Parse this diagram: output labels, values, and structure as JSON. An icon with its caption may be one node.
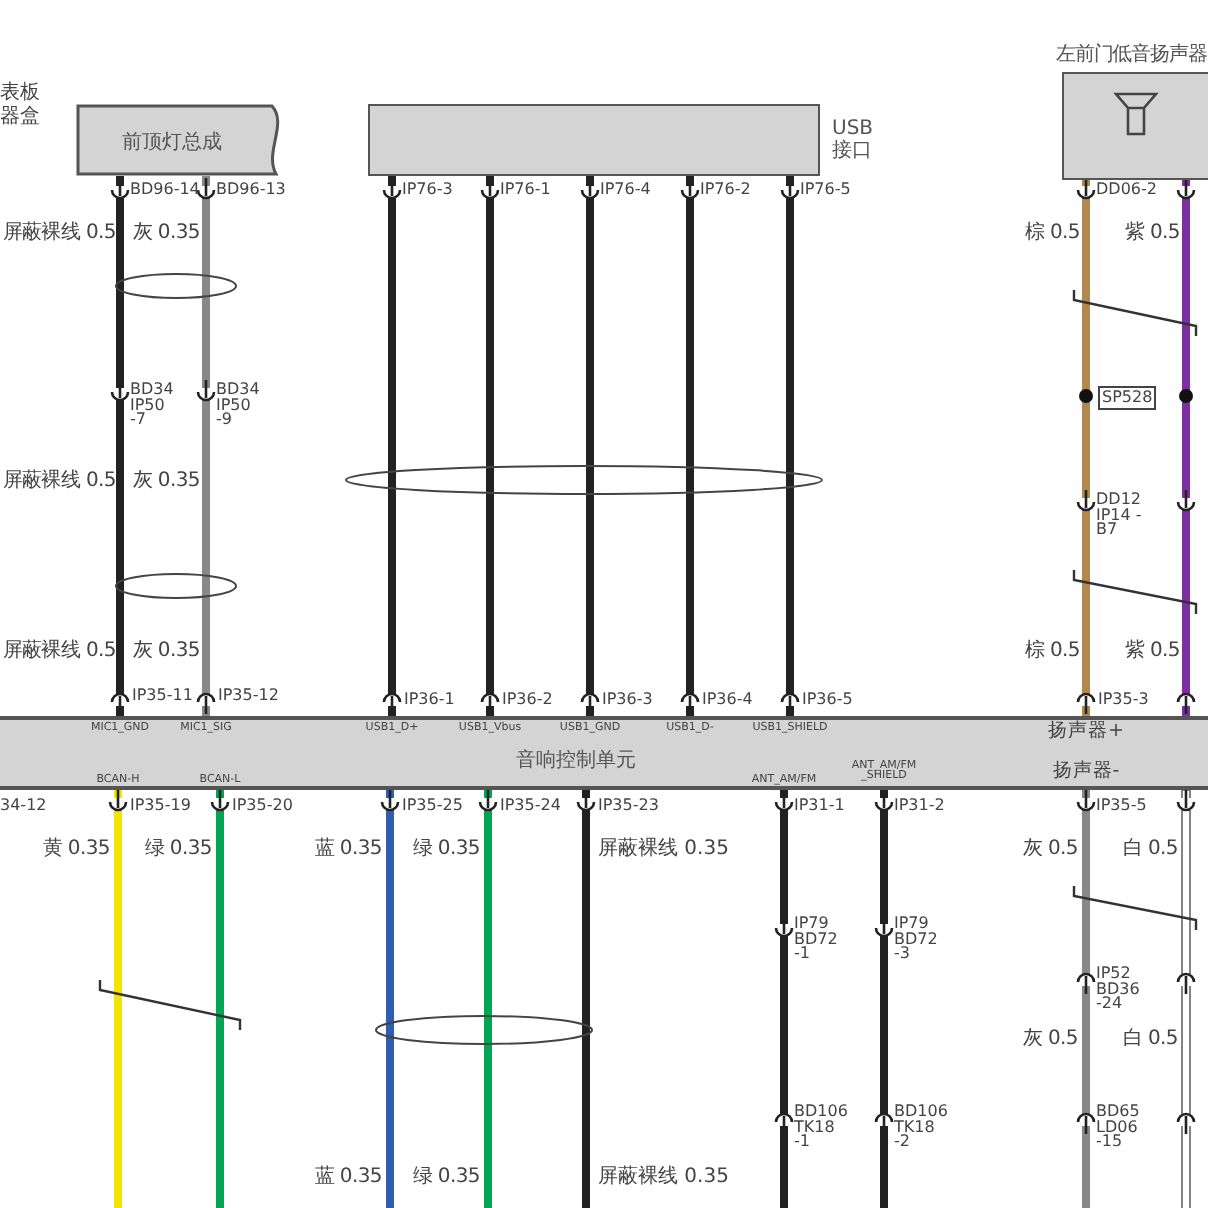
{
  "diagram": {
    "nodes": [
      {
        "text": [
          "前顶灯总成"
        ]
      },
      {
        "text": [],
        "shape": "box",
        "beside": [
          "USB 接口"
        ]
      },
      {
        "text": [
          "左前门低音扬声器"
        ]
      },
      {
        "text": [
          "音响控制单元"
        ]
      }
    ],
    "edges": [
      {
        "from": 0,
        "to": 3,
        "arrow": "none"
      },
      {
        "from": 0,
        "to": 3,
        "arrow": "none",
        "color": "#888888"
      },
      {
        "from": 1,
        "to": 3,
        "arrow": "none"
      },
      {
        "from": 1,
        "to": 3,
        "arrow": "none"
      },
      {
        "from": 1,
        "to": 3,
        "arrow": "none"
      },
      {
        "from": 1,
        "to": 3,
        "arrow": "none"
      },
      {
        "from": 1,
        "to": 3,
        "arrow": "none"
      },
      {
        "from": 2,
        "to": 3,
        "arrow": "none",
        "color": "#b08850"
      },
      {
        "from": 2,
        "to": 3,
        "arrow": "none",
        "color": "#7b2fa0"
      },
      {
        "from": 3,
        "to": null,
        "arrow": "none",
        "color": "#f2e600"
      },
      {
        "from": 3,
        "to": null,
        "arrow": "none",
        "color": "#00a651"
      },
      {
        "from": 3,
        "to": null,
        "arrow": "none",
        "color": "#2f5db0"
      },
      {
        "from": 3,
        "to": null,
        "arrow": "none",
        "color": "#00a651"
      },
      {
        "from": 3,
        "to": null,
        "arrow": "none"
      },
      {
        "from": 3,
        "to": null,
        "arrow": "none"
      },
      {
        "from": 3,
        "to": null,
        "arrow": "none"
      },
      {
        "from": 3,
        "to": null,
        "arrow": "none",
        "color": "#888888"
      },
      {
        "from": 3,
        "to": null,
        "arrow": "none",
        "color": "#ffffff"
      }
    ],
    "labels": [
      "表板",
      "器盒",
      "BD96-14",
      "BD96-13",
      "IP76-3",
      "IP76-1",
      "IP76-4",
      "IP76-2",
      "IP76-5",
      "DD06-2",
      "屏蔽裸线 0.5",
      "灰 0.35",
      "棕 0.5",
      "紫 0.5",
      "BD34 IP50 -7",
      "BD34 IP50 -9",
      "SP528",
      "屏蔽裸线 0.5",
      "灰 0.35",
      "DD12 IP14 -B7",
      "屏蔽裸线 0.5",
      "灰 0.35",
      "棕 0.5",
      "紫 0.5",
      "IP35-11",
      "IP35-12",
      "IP36-1",
      "IP36-2",
      "IP36-3",
      "IP36-4",
      "IP36-5",
      "IP35-3",
      "MIC1_GND",
      "MIC1_SIG",
      "USB1_D+",
      "USB1_Vbus",
      "USB1_GND",
      "USB1_D-",
      "USB1_SHIELD",
      "扬声器+",
      "BCAN-H",
      "BCAN-L",
      "ANT_AM/FM",
      "ANT_AM/FM _SHIELD",
      "扬声器-",
      "34-12",
      "IP35-19",
      "IP35-20",
      "IP35-25",
      "IP35-24",
      "IP35-23",
      "IP31-1",
      "IP31-2",
      "IP35-5",
      "黄 0.35",
      "绿 0.35",
      "蓝 0.35",
      "绿 0.35",
      "屏蔽裸线 0.35",
      "灰 0.5",
      "白 0.5",
      "IP79 BD72 -1",
      "IP79 BD72 -3",
      "IP52 BD36 -24",
      "灰 0.5",
      "白 0.5",
      "BD106 TK18 -1",
      "BD106 TK18 -2",
      "BD65 LD06 -15",
      "蓝 0.35",
      "绿 0.35",
      "屏蔽裸线 0.35"
    ]
  }
}
